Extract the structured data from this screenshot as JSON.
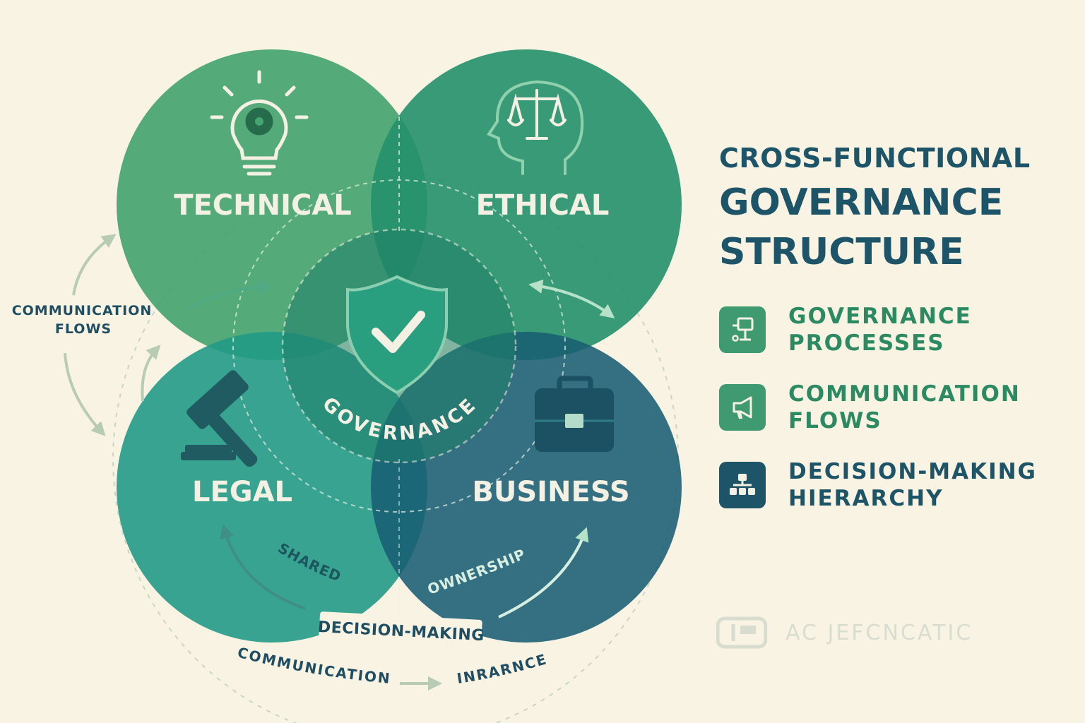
{
  "colors": {
    "background": "#f9f3e4",
    "technical": "#45a46f",
    "ethical": "#23906a",
    "legal": "#219a86",
    "business": "#185d73",
    "title": "#1d5468",
    "legend_green": "#2c8a63",
    "legend_navy": "#1d5468"
  },
  "diagram": {
    "circles": [
      {
        "label": "TECHNICAL",
        "icon": "lightbulb-gear-icon"
      },
      {
        "label": "ETHICAL",
        "icon": "head-scales-icon"
      },
      {
        "label": "LEGAL",
        "icon": "gavel-icon"
      },
      {
        "label": "BUSINESS",
        "icon": "briefcase-icon"
      }
    ],
    "center": {
      "label": "GOVERNANCE",
      "icon": "shield-check-icon"
    },
    "flow_labels": {
      "left_line1": "COMMUNICATION",
      "left_line2": "FLOWS",
      "shared": "SHARED",
      "ownership": "OWNERSHIP",
      "decision_making": "DECISION-MAKING",
      "communication": "COMMUNICATION",
      "inrarnce": "INRARNCE"
    }
  },
  "title": {
    "line1": "CROSS-FUNCTIONAL",
    "line2": "GOVERNANCE",
    "line3": "STRUCTURE"
  },
  "legend": [
    {
      "line1": "GOVERNANCE",
      "line2": "PROCESSES",
      "icon": "governance-processes-icon"
    },
    {
      "line1": "COMMUNICATION",
      "line2": "FLOWS",
      "icon": "megaphone-icon"
    },
    {
      "line1": "DECISION-MAKING",
      "line2": "HIERARCHY",
      "icon": "hierarchy-icon"
    }
  ],
  "brand": {
    "text": "AC JEFCΝCATIC",
    "icon": "brand-logo-icon"
  }
}
